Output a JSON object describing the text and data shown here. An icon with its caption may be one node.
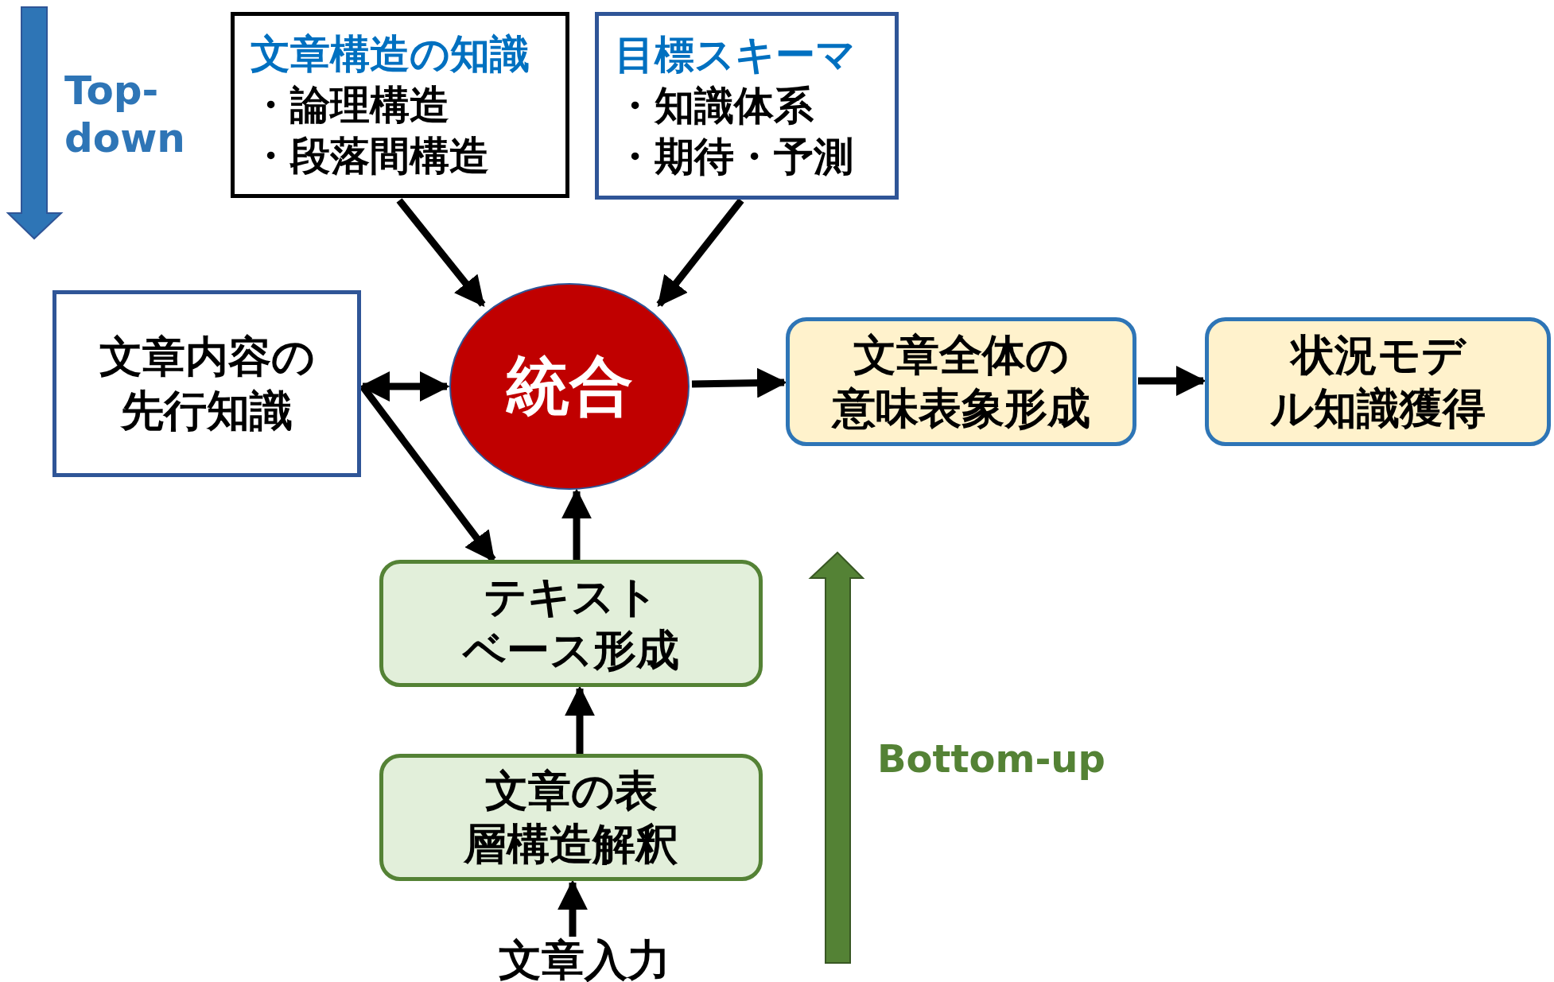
{
  "diagram": {
    "nodes": [
      {
        "text": [
          "文章構造の知識",
          "・論理構造",
          "・段落間構造"
        ]
      },
      {
        "text": [
          "目標スキーマ",
          "・知識体系",
          "・期待・予測"
        ]
      },
      {
        "text": [
          "文章内容の先行知識"
        ]
      },
      {
        "text": [
          "統合"
        ]
      },
      {
        "text": [
          "文章全体の意味表象形成"
        ]
      },
      {
        "text": [
          "状況モデル知識獲得"
        ]
      },
      {
        "text": [
          "テキストベース形成"
        ]
      },
      {
        "text": [
          "文章の表層構造解釈"
        ]
      },
      {
        "text": [
          "文章入力"
        ]
      }
    ],
    "edges": [
      {
        "from": 0,
        "to": 3,
        "arrow": "to"
      },
      {
        "from": 1,
        "to": 3,
        "arrow": "to"
      },
      {
        "from": 2,
        "to": 3,
        "arrow": "both"
      },
      {
        "from": 2,
        "to": 6,
        "arrow": "to"
      },
      {
        "from": 6,
        "to": 3,
        "arrow": "to"
      },
      {
        "from": 3,
        "to": 4,
        "arrow": "to"
      },
      {
        "from": 4,
        "to": 5,
        "arrow": "to"
      },
      {
        "from": 7,
        "to": 6,
        "arrow": "to"
      },
      {
        "from": 8,
        "to": 7,
        "arrow": "to"
      }
    ],
    "labels": [
      "Top-down",
      "Bottom-up"
    ]
  }
}
